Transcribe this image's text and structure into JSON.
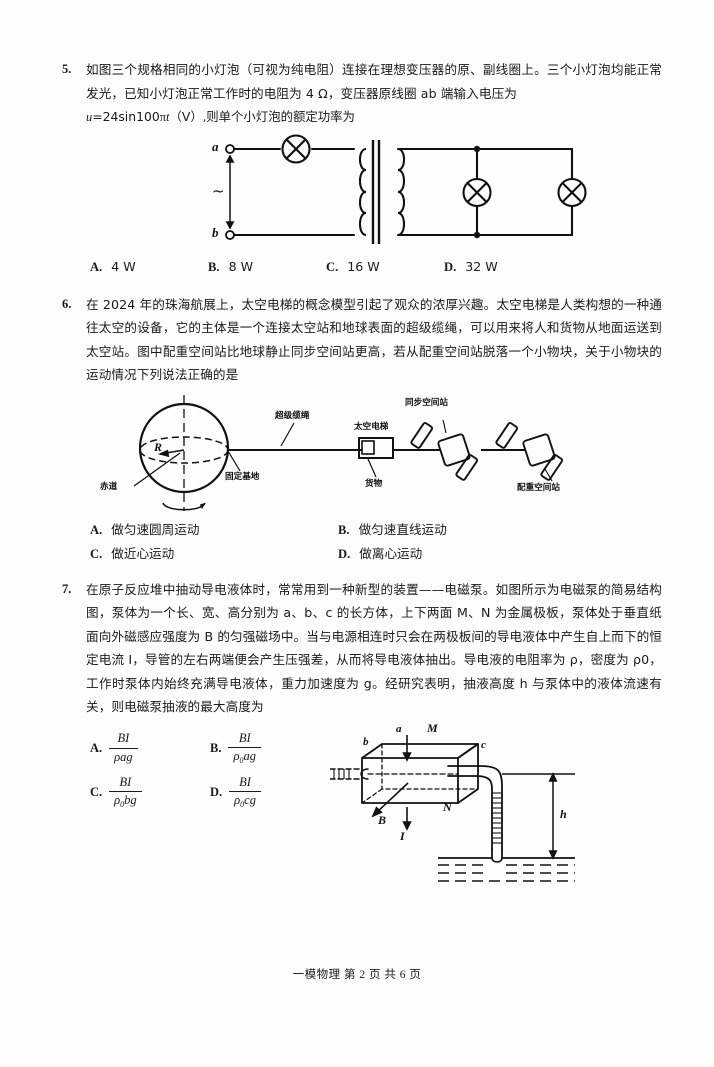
{
  "document": {
    "footer": "一模物理  第 2 页  共 6 页",
    "page_number": "2",
    "total_pages": "6"
  },
  "questions": [
    {
      "number": "5.",
      "text": "如图三个规格相同的小灯泡（可视为纯电阻）连接在理想变压器的原、副线圈上。三个小灯泡均能正常发光，已知小灯泡正常工作时的电阻为 4 Ω，变压器原线圈 ab 端输入电压为",
      "formula": "u=24sin100πt（V）,则单个小灯泡的额定功率为",
      "options": [
        {
          "letter": "A.",
          "label": "4 W"
        },
        {
          "letter": "B.",
          "label": "8 W"
        },
        {
          "letter": "C.",
          "label": "16 W"
        },
        {
          "letter": "D.",
          "label": "32 W"
        }
      ],
      "figure": {
        "name": "transformer-circuit-diagram",
        "terminal_top": "a",
        "terminal_bottom": "b",
        "source_symbol": "~"
      }
    },
    {
      "number": "6.",
      "text": "在 2024 年的珠海航展上，太空电梯的概念模型引起了观众的浓厚兴趣。太空电梯是人类构想的一种通往太空的设备，它的主体是一个连接太空站和地球表面的超级缆绳，可以用来将人和货物从地面运送到太空站。图中配重空间站比地球静止同步空间站更高，若从配重空间站脱落一个小物块，关于小物块的运动情况下列说法正确的是",
      "options": [
        {
          "letter": "A.",
          "label": "做匀速圆周运动"
        },
        {
          "letter": "B.",
          "label": "做匀速直线运动"
        },
        {
          "letter": "C.",
          "label": "做近心运动"
        },
        {
          "letter": "D.",
          "label": "做离心运动"
        }
      ],
      "figure": {
        "name": "space-elevator-diagram",
        "labels": {
          "cable": "超级缆绳",
          "sync_station": "同步空间站",
          "elevator": "太空电梯",
          "base": "固定基地",
          "cargo": "货物",
          "counterweight_station": "配重空间站",
          "equator": "赤道",
          "radius": "R"
        }
      }
    },
    {
      "number": "7.",
      "text": "在原子反应堆中抽动导电液体时，常常用到一种新型的装置——电磁泵。如图所示为电磁泵的简易结构图，泵体为一个长、宽、高分别为 a、b、c 的长方体，上下两面 M、N 为金属极板，泵体处于垂直纸面向外磁感应强度为 B 的匀强磁场中。当与电源相连时只会在两极板间的导电液体中产生自上而下的恒定电流 I，导管的左右两端便会产生压强差，从而将导电液体抽出。导电液的电阻率为 ρ，密度为 ρ0，工作时泵体内始终充满导电液体，重力加速度为 g。经研究表明，抽液高度 h 与泵体中的液体流速有关，则电磁泵抽液的最大高度为",
      "fraction_options": [
        {
          "letter": "A.",
          "numer": "BI",
          "denom_parts": [
            "ρ",
            "",
            "ag"
          ]
        },
        {
          "letter": "B.",
          "numer": "BI",
          "denom_parts": [
            "ρ",
            "0",
            "ag"
          ]
        },
        {
          "letter": "C.",
          "numer": "BI",
          "denom_parts": [
            "ρ",
            "0",
            "bg"
          ]
        },
        {
          "letter": "D.",
          "numer": "BI",
          "denom_parts": [
            "ρ",
            "0",
            "cg"
          ]
        }
      ],
      "figure": {
        "name": "electromagnetic-pump-diagram",
        "labels": {
          "side_a": "a",
          "side_b": "b",
          "side_c": "c",
          "plate_top": "M",
          "plate_bottom": "N",
          "field": "B",
          "current": "I",
          "height": "h"
        }
      }
    }
  ],
  "colors": {
    "ink": "#1a1a1a",
    "paper": "#fdfdfc"
  }
}
